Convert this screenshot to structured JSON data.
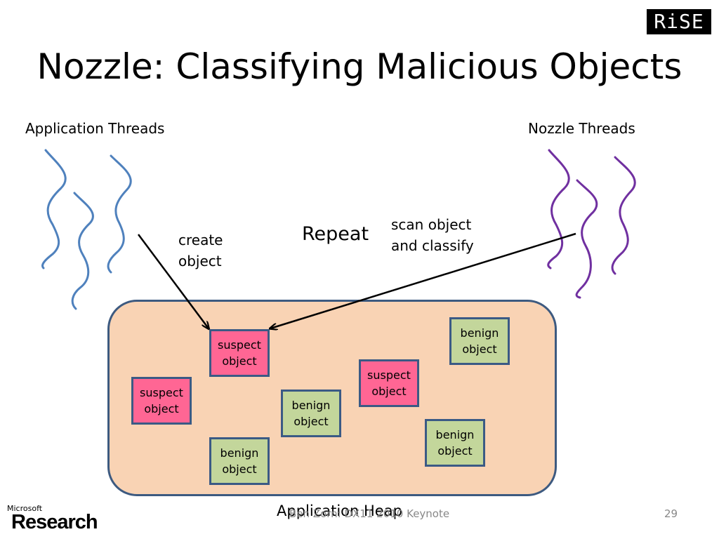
{
  "slide": {
    "title": "Nozzle: Classifying Malicious Objects",
    "logo_text": "RiSE",
    "app_threads_label": "Application Threads",
    "nozzle_threads_label": "Nozzle Threads",
    "create_label_1": "create",
    "create_label_2": "object",
    "repeat_label": "Repeat",
    "scan_label_1": "scan object",
    "scan_label_2": "and classify",
    "heap_label": "Application Heap",
    "footer_text": "Ben Zorn: DX11 2010 Keynote",
    "page_number": "29",
    "ms_small": "Microsoft",
    "ms_big": "Research"
  },
  "objects": [
    {
      "line1": "suspect",
      "line2": "object",
      "kind": "suspect"
    },
    {
      "line1": "suspect",
      "line2": "object",
      "kind": "suspect"
    },
    {
      "line1": "suspect",
      "line2": "object",
      "kind": "suspect"
    },
    {
      "line1": "benign",
      "line2": "object",
      "kind": "benign"
    },
    {
      "line1": "benign",
      "line2": "object",
      "kind": "benign"
    },
    {
      "line1": "benign",
      "line2": "object",
      "kind": "benign"
    },
    {
      "line1": "benign",
      "line2": "object",
      "kind": "benign"
    }
  ],
  "colors": {
    "suspect_fill": "#ff6694",
    "benign_fill": "#c3d69b",
    "heap_fill": "#f9d3b4",
    "app_thread_color": "#4f81bd",
    "nozzle_thread_color": "#7030a0"
  }
}
